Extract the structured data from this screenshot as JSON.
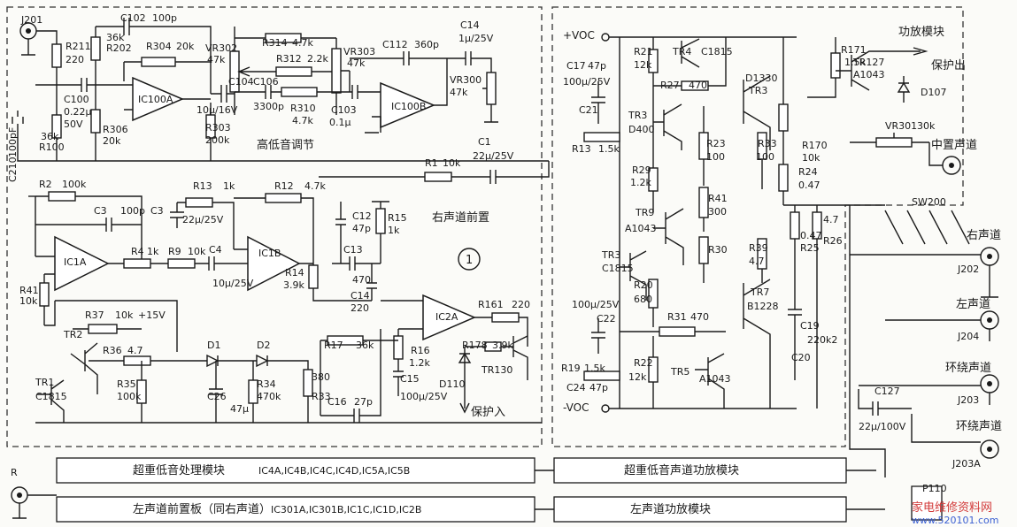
{
  "sections": {
    "bass_treble": "高低音调节",
    "right_preamp": "右声道前置",
    "power_amp": "功放模块",
    "protect_out": "保护出",
    "protect_in": "保护入",
    "center": "中置声道",
    "right": "右声道",
    "left": "左声道",
    "surround1": "环绕声道",
    "surround2": "环绕声道",
    "circle_mark": "1"
  },
  "rails": {
    "pos": "+VOC",
    "neg": "-VOC"
  },
  "bottom_blocks": {
    "sub_proc": "超重低音处理模块",
    "sub_proc_ics": "IC4A,IC4B,IC4C,IC4D,IC5A,IC5B",
    "left_pre": "左声道前置板（同右声道）",
    "left_pre_ics": "IC301A,IC301B,IC1C,IC1D,IC2B",
    "sub_amp": "超重低音声道功放模块",
    "left_amp": "左声道功放模块"
  },
  "labels": [
    {
      "t": "J201"
    },
    {
      "t": "R211"
    },
    {
      "t": "220"
    },
    {
      "t": "C102"
    },
    {
      "t": "100p"
    },
    {
      "t": "R202"
    },
    {
      "t": "36k"
    },
    {
      "t": "R304"
    },
    {
      "t": "20k"
    },
    {
      "t": "VR302"
    },
    {
      "t": "47k"
    },
    {
      "t": "R314"
    },
    {
      "t": "4.7k"
    },
    {
      "t": "R312"
    },
    {
      "t": "2.2k"
    },
    {
      "t": "VR303"
    },
    {
      "t": "47k"
    },
    {
      "t": "C112"
    },
    {
      "t": "360p"
    },
    {
      "t": "C14"
    },
    {
      "t": "1μ/25V"
    },
    {
      "t": "IC100A"
    },
    {
      "t": "C104"
    },
    {
      "t": "10μ/16V"
    },
    {
      "t": "C106"
    },
    {
      "t": "3300p"
    },
    {
      "t": "R310"
    },
    {
      "t": "4.7k"
    },
    {
      "t": "C103"
    },
    {
      "t": "0.1μ"
    },
    {
      "t": "IC100B"
    },
    {
      "t": "VR300"
    },
    {
      "t": "47k"
    },
    {
      "t": "C100"
    },
    {
      "t": "0.22μ"
    },
    {
      "t": "50V"
    },
    {
      "t": "R306"
    },
    {
      "t": "20k"
    },
    {
      "t": "R303"
    },
    {
      "t": "200k"
    },
    {
      "t": "C210"
    },
    {
      "t": "100pF"
    },
    {
      "t": "R100"
    },
    {
      "t": "36k"
    },
    {
      "t": "C1"
    },
    {
      "t": "22μ/25V"
    },
    {
      "t": "R1"
    },
    {
      "t": "10k"
    },
    {
      "t": "R2"
    },
    {
      "t": "100k"
    },
    {
      "t": "R13"
    },
    {
      "t": "1k"
    },
    {
      "t": "R12"
    },
    {
      "t": "4.7k"
    },
    {
      "t": "C3"
    },
    {
      "t": "100p"
    },
    {
      "t": "C3"
    },
    {
      "t": "22μ/25V"
    },
    {
      "t": "C12"
    },
    {
      "t": "47p"
    },
    {
      "t": "R15"
    },
    {
      "t": "1k"
    },
    {
      "t": "IC1A"
    },
    {
      "t": "R4"
    },
    {
      "t": "1k"
    },
    {
      "t": "R9"
    },
    {
      "t": "10k"
    },
    {
      "t": "C4"
    },
    {
      "t": "10μ/25V"
    },
    {
      "t": "IC1B"
    },
    {
      "t": "C13"
    },
    {
      "t": "470"
    },
    {
      "t": "R14"
    },
    {
      "t": "3.9k"
    },
    {
      "t": "C14"
    },
    {
      "t": "220"
    },
    {
      "t": "R41"
    },
    {
      "t": "10k"
    },
    {
      "t": "IC2A"
    },
    {
      "t": "R161"
    },
    {
      "t": "220"
    },
    {
      "t": "R37"
    },
    {
      "t": "10k"
    },
    {
      "t": "+15V"
    },
    {
      "t": "R17"
    },
    {
      "t": "36k"
    },
    {
      "t": "R178"
    },
    {
      "t": "3.9k"
    },
    {
      "t": "TR2"
    },
    {
      "t": "R36"
    },
    {
      "t": "4.7"
    },
    {
      "t": "D1"
    },
    {
      "t": "D2"
    },
    {
      "t": "R16"
    },
    {
      "t": "1.2k"
    },
    {
      "t": "D110"
    },
    {
      "t": "TR130"
    },
    {
      "t": "TR1"
    },
    {
      "t": "C1815"
    },
    {
      "t": "R35"
    },
    {
      "t": "100k"
    },
    {
      "t": "C26"
    },
    {
      "t": "47μ"
    },
    {
      "t": "R34"
    },
    {
      "t": "470k"
    },
    {
      "t": "R33"
    },
    {
      "t": "380"
    },
    {
      "t": "C15"
    },
    {
      "t": "100μ/25V"
    },
    {
      "t": "C16"
    },
    {
      "t": "27p"
    },
    {
      "t": "R21"
    },
    {
      "t": "12k"
    },
    {
      "t": "TR4"
    },
    {
      "t": "C1815"
    },
    {
      "t": "C17"
    },
    {
      "t": "47p"
    },
    {
      "t": "R27"
    },
    {
      "t": "470"
    },
    {
      "t": "100μ/25V"
    },
    {
      "t": "C21"
    },
    {
      "t": "TR3"
    },
    {
      "t": "D400"
    },
    {
      "t": "R23"
    },
    {
      "t": "100"
    },
    {
      "t": "R13"
    },
    {
      "t": "1.5k"
    },
    {
      "t": "R29"
    },
    {
      "t": "1.2k"
    },
    {
      "t": "R41"
    },
    {
      "t": "300"
    },
    {
      "t": "TR9"
    },
    {
      "t": "A1043"
    },
    {
      "t": "R30"
    },
    {
      "t": "TR3"
    },
    {
      "t": "C1815"
    },
    {
      "t": "R20"
    },
    {
      "t": "680"
    },
    {
      "t": "100μ/25V"
    },
    {
      "t": "C22"
    },
    {
      "t": "R31"
    },
    {
      "t": "470"
    },
    {
      "t": "R19"
    },
    {
      "t": "1.5k"
    },
    {
      "t": "R22"
    },
    {
      "t": "12k"
    },
    {
      "t": "TR5"
    },
    {
      "t": "A1043"
    },
    {
      "t": "C24"
    },
    {
      "t": "47p"
    },
    {
      "t": "D1330"
    },
    {
      "t": "TR3"
    },
    {
      "t": "R33"
    },
    {
      "t": "100"
    },
    {
      "t": "R39"
    },
    {
      "t": "4.7"
    },
    {
      "t": "TR7"
    },
    {
      "t": "B1228"
    },
    {
      "t": "C19"
    },
    {
      "t": "C20"
    },
    {
      "t": "220k2"
    },
    {
      "t": "R171"
    },
    {
      "t": "1.5k"
    },
    {
      "t": "TR127"
    },
    {
      "t": "A1043"
    },
    {
      "t": "D107"
    },
    {
      "t": "VR301"
    },
    {
      "t": "30k"
    },
    {
      "t": "R170"
    },
    {
      "t": "10k"
    },
    {
      "t": "R24"
    },
    {
      "t": "0.47"
    },
    {
      "t": "R25"
    },
    {
      "t": "0.47"
    },
    {
      "t": "R26"
    },
    {
      "t": "4.7"
    },
    {
      "t": "SW200"
    },
    {
      "t": "J202"
    },
    {
      "t": "J204"
    },
    {
      "t": "J203"
    },
    {
      "t": "J203A"
    },
    {
      "t": "C127"
    },
    {
      "t": "22μ/100V"
    },
    {
      "t": "P110"
    },
    {
      "t": "R"
    }
  ],
  "watermark": {
    "site": "家电维修资料网",
    "url": "www.520101.com"
  }
}
